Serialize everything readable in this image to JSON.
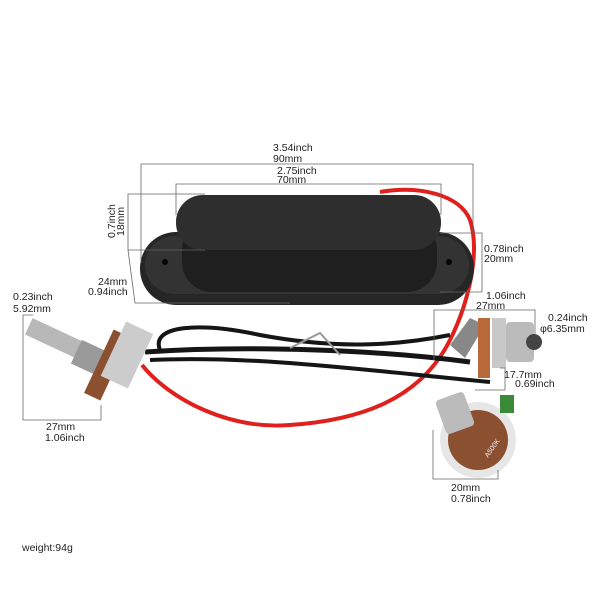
{
  "dimensions": {
    "pickup_base_length": {
      "inch": "3.54inch",
      "mm": "90mm"
    },
    "pickup_cover_length": {
      "inch": "2.75inch",
      "mm": "70mm"
    },
    "pickup_cover_height": {
      "inch": "0.7inch",
      "mm": "18mm"
    },
    "pickup_base_width": {
      "mm": "24mm",
      "inch": "0.94inch"
    },
    "pickup_side_height": {
      "inch": "0.78inch",
      "mm": "20mm"
    },
    "jack_length": {
      "inch": "1.06inch",
      "mm": "27mm"
    },
    "jack_diameter": {
      "inch": "0.24inch",
      "mm": "φ6.35mm"
    },
    "jack_width": {
      "mm": "17.7mm",
      "inch": "0.69inch"
    },
    "pot_shaft_diameter": {
      "inch": "0.23inch",
      "mm": "5.92mm"
    },
    "pot_length": {
      "mm": "27mm",
      "inch": "1.06inch"
    },
    "pot_body_width": {
      "mm": "20mm",
      "inch": "0.78inch"
    }
  },
  "pot_marking": "A500K",
  "weight": "weight:94g",
  "colors": {
    "pickup": "#1c1c1c",
    "red_wire": "#e0201c",
    "black_wire": "#151515",
    "dimension_line": "#555555"
  }
}
